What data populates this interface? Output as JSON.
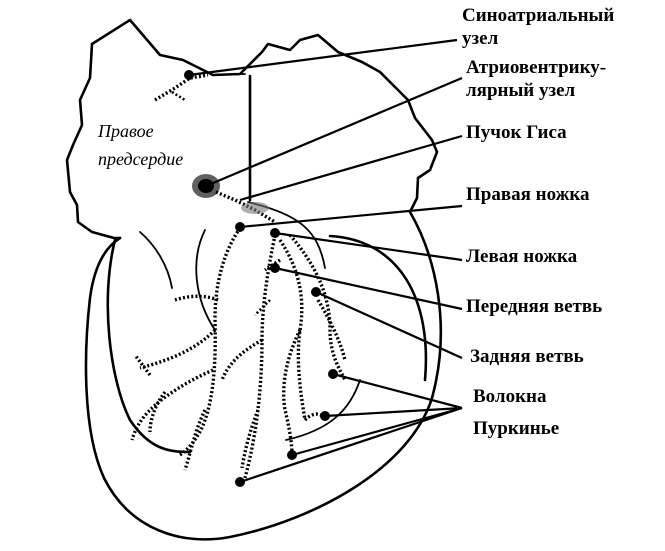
{
  "labels": {
    "sa_node_1": "Синоатриальный",
    "sa_node_2": "узел",
    "av_node_1": "Атриовентрику-",
    "av_node_2": "лярный узел",
    "his_bundle": "Пучок Гиса",
    "right_branch": "Правая ножка",
    "left_branch": "Левая ножка",
    "anterior_branch": "Передняя ветвь",
    "posterior_branch": "Задняя ветвь",
    "purkinje_1": "Волокна",
    "purkinje_2": "Пуркинье"
  },
  "region": {
    "right_atrium_1": "Правое",
    "right_atrium_2": "предсердие"
  },
  "colors": {
    "ink": "#000000",
    "background": "#ffffff"
  }
}
